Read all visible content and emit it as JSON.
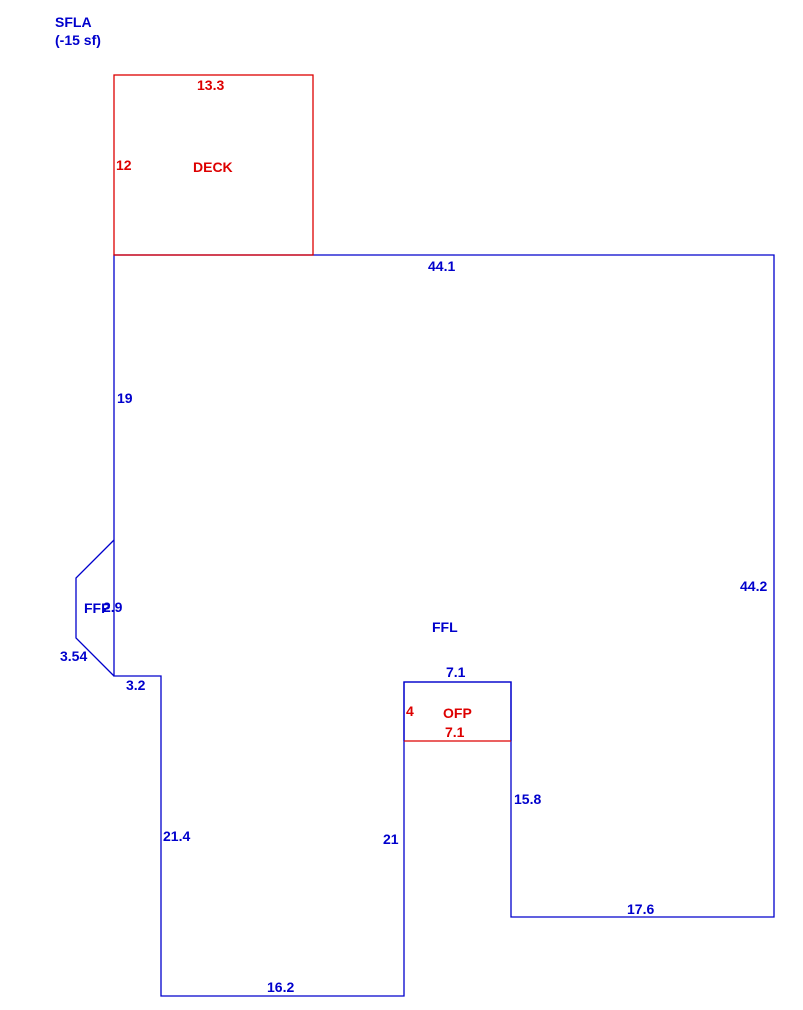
{
  "header": {
    "title": "SFLA",
    "subtitle": "(-15 sf)"
  },
  "deck": {
    "name": "DECK",
    "top": "13.3",
    "left": "12"
  },
  "ffl": {
    "name": "FFL",
    "top": "44.1",
    "left": "19",
    "right": "44.2",
    "step": "3.2",
    "left_lower": "21.4",
    "bottom": "16.2",
    "inner_left": "21",
    "inner_right": "15.8",
    "bottom_right": "17.6"
  },
  "ofp": {
    "name": "OFP",
    "top": "7.1",
    "bottom": "7.1",
    "left": "4"
  },
  "ffp": {
    "name": "FFP",
    "side": "2.9",
    "diag": "3.54"
  },
  "colors": {
    "blue": "#0000cc",
    "red": "#dd0000"
  }
}
